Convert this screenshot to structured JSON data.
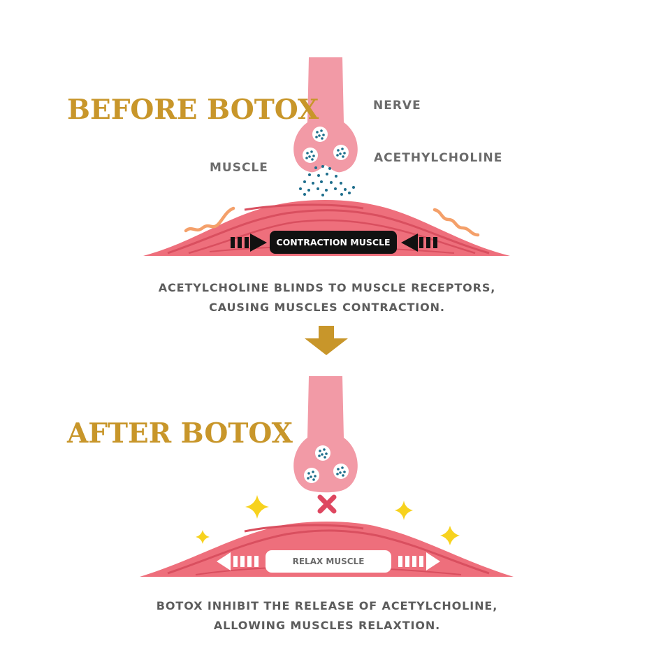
{
  "colors": {
    "title_gold": "#c8962a",
    "nerve_pink": "#f29aa6",
    "muscle_red": "#ee6f7c",
    "muscle_dark": "#d94f5f",
    "dot_blue": "#1e6e8c",
    "arrow_gold": "#c8962a",
    "worm_orange": "#f4a06a",
    "sparkle_yellow": "#f7d21e",
    "cross_red": "#de4760"
  },
  "before": {
    "title": "BEFORE BOTOX",
    "nerve_label": "NERVE",
    "acetylcholine_label": "ACETHYLCHOLINE",
    "muscle_label": "MUSCLE",
    "pill_label": "CONTRACTION MUSCLE",
    "caption_line1": "ACETYLCHOLINE BLINDS TO MUSCLE RECEPTORS,",
    "caption_line2": "CAUSING MUSCLES CONTRACTION."
  },
  "after": {
    "title": "AFTER BOTOX",
    "pill_label": "RELAX MUSCLE",
    "caption_line1": "BOTOX INHIBIT THE RELEASE OF ACETYLCHOLINE,",
    "caption_line2": "ALLOWING MUSCLES RELAXTION."
  }
}
